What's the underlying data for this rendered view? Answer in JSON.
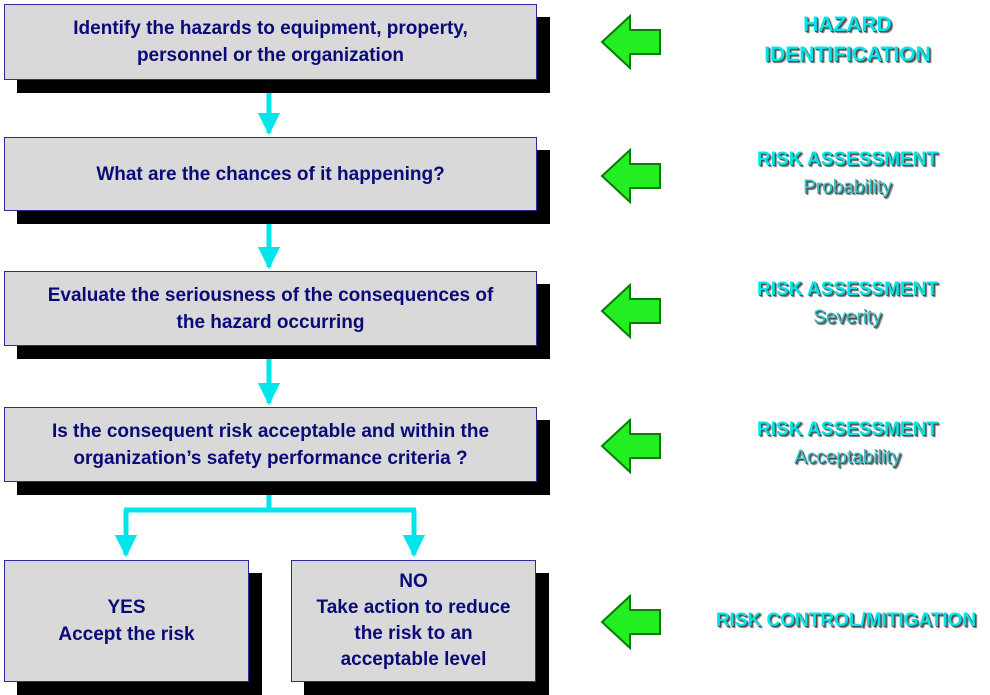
{
  "flow": {
    "step1": {
      "line1": "Identify the hazards to equipment, property,",
      "line2": "personnel or the organization"
    },
    "step2": {
      "line1": "What are the chances of it happening?"
    },
    "step3": {
      "line1": "Evaluate the seriousness of the consequences of",
      "line2": "the hazard occurring"
    },
    "step4": {
      "line1": "Is the consequent risk acceptable and within the",
      "line2": "organization’s safety performance criteria ?"
    },
    "yes": {
      "line1": "YES",
      "line2": "Accept the risk"
    },
    "no": {
      "line1": "NO",
      "line2": "Take action to reduce",
      "line3": "the risk to an",
      "line4": "acceptable level"
    }
  },
  "labels": {
    "hazard": {
      "line1": "HAZARD",
      "line2": "IDENTIFICATION"
    },
    "probability": {
      "title": "RISK ASSESSMENT",
      "sub": "Probability"
    },
    "severity": {
      "title": "RISK ASSESSMENT",
      "sub": "Severity"
    },
    "acceptability": {
      "title": "RISK ASSESSMENT",
      "sub": "Acceptability"
    },
    "control": {
      "title": "RISK CONTROL/MITIGATION"
    }
  },
  "colors": {
    "box_fill": "#d9d9d9",
    "box_text": "#0a0a78",
    "connector": "#00e6ea",
    "pointer_arrow": "#22ee22",
    "label_text": "#00e6ea"
  },
  "icons": {
    "pointer": "left-arrow-icon"
  }
}
